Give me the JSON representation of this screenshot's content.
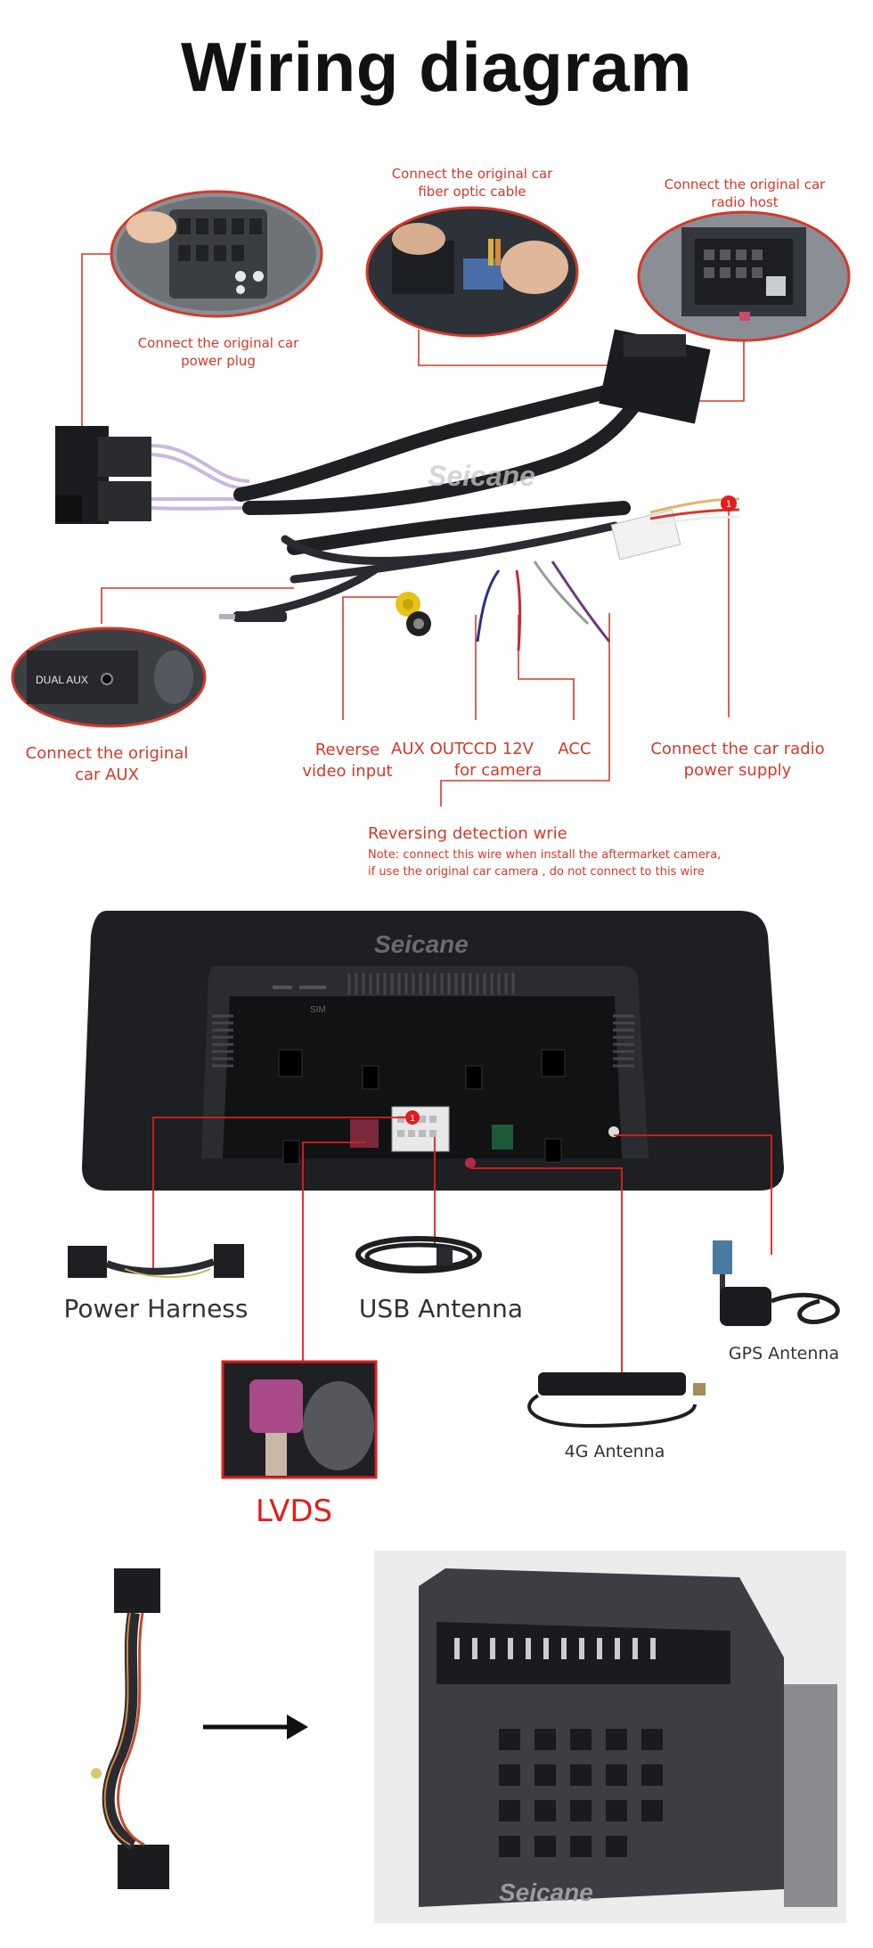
{
  "title": "Wiring diagram",
  "colors": {
    "accent": "#d23a2a",
    "lvds": "#e01e1e",
    "text_dark": "#111111"
  },
  "top_section": {
    "labels": {
      "power_plug": "Connect the original car\npower plug",
      "fiber_optic": "Connect the original car\nfiber optic cable",
      "radio_host": "Connect the original car\nradio host",
      "car_aux": "Connect the original\ncar AUX",
      "reverse_video": "Reverse\nvideo input",
      "aux_out": "AUX OUT",
      "ccd": "CCD 12V\nfor camera",
      "acc": "ACC",
      "radio_power": "Connect the car radio\npower supply",
      "reversing_title": "Reversing detection wrie",
      "reversing_note": "Note: connect this wire when install the aftermarket camera,\nif use the original car camera , do not connect to this wire"
    },
    "aux_port_text": "DUAL AUX",
    "watermark": "Seicane",
    "marker": "1"
  },
  "unit_section": {
    "watermark": "Seicane",
    "sim_label": "SIM",
    "marker": "1",
    "labels": {
      "power_harness": "Power Harness",
      "usb_antenna": "USB Antenna",
      "gps_antenna": "GPS Antenna",
      "g4_antenna": "4G Antenna",
      "lvds": "LVDS"
    }
  },
  "bottom_section": {
    "watermark": "Seicane"
  }
}
